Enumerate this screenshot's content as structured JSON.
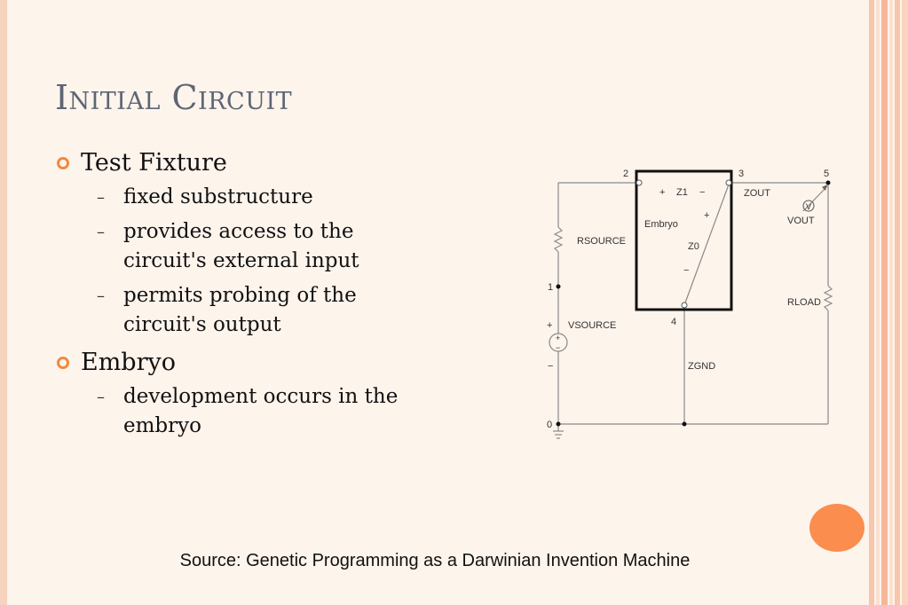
{
  "slide": {
    "title": "Initial Circuit",
    "bullets": [
      {
        "text": "Test Fixture",
        "subitems": [
          "fixed substructure",
          "provides access to the circuit's external input",
          "permits probing of the circuit's output"
        ]
      },
      {
        "text": "Embryo",
        "subitems": [
          "development occurs in the embryo"
        ]
      }
    ],
    "source": "Source: Genetic Programming as a Darwinian Invention Machine"
  },
  "diagram": {
    "nodes": [
      "2",
      "3",
      "5",
      "1",
      "4",
      "0"
    ],
    "labels": {
      "rsource": "RSOURCE",
      "vsource": "VSOURCE",
      "embryo": "Embryo",
      "z1": "Z1",
      "z0": "Z0",
      "zout": "ZOUT",
      "vout": "VOUT",
      "rload": "RLOAD",
      "zgnd": "ZGND",
      "vout_symbol": "V"
    },
    "signs": {
      "plus": "+",
      "minus": "−"
    }
  },
  "colors": {
    "accent": "#f08a3c",
    "title": "#5e6574",
    "circle": "#fb8d4f",
    "background": "#fdf4ec"
  }
}
